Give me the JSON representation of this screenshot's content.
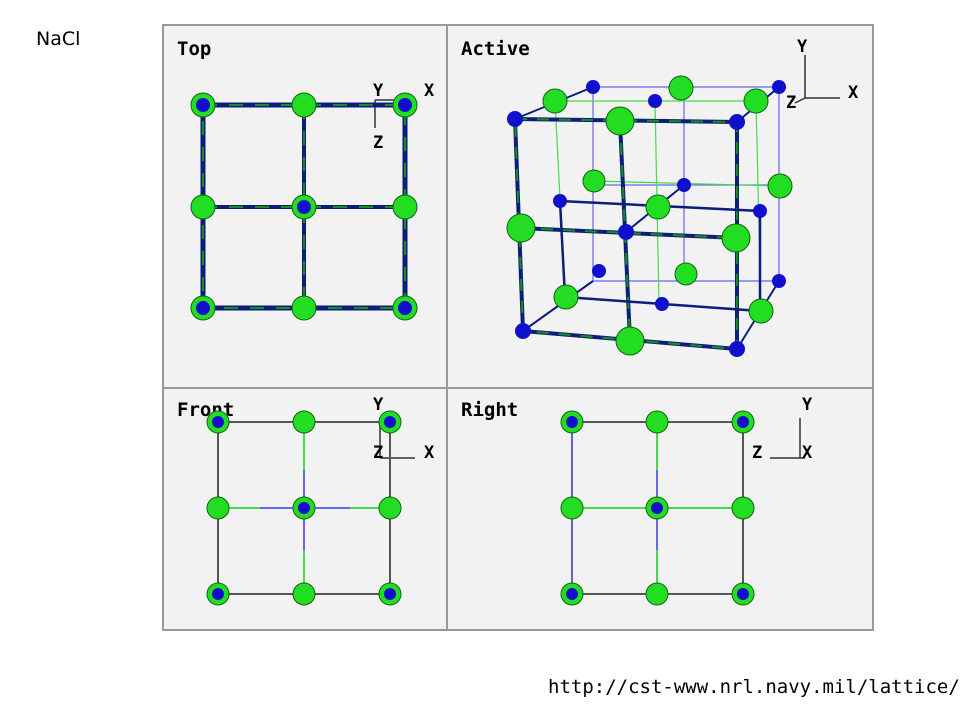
{
  "slide_title": "NaCl",
  "source_url": "http://cst-www.nrl.navy.mil/lattice/",
  "panels": {
    "top": {
      "label": "Top",
      "axes": [
        "Y",
        "X",
        "Z"
      ]
    },
    "active": {
      "label": "Active",
      "axes": [
        "Y",
        "Z",
        "X"
      ]
    },
    "front": {
      "label": "Front",
      "axes": [
        "Y",
        "Z",
        "X"
      ]
    },
    "right": {
      "label": "Right",
      "axes": [
        "Y",
        "Z",
        "X"
      ]
    }
  },
  "colors": {
    "chlorine_ion": "#22dd22",
    "sodium_ion": "#1010cc",
    "atom_outline": "#116611",
    "panel_background": "#f2f2f2",
    "panel_border": "#999999",
    "bond_dark": "#0b1f7a",
    "bond_green": "#1a8c1a",
    "edge_gray": "#555555"
  }
}
